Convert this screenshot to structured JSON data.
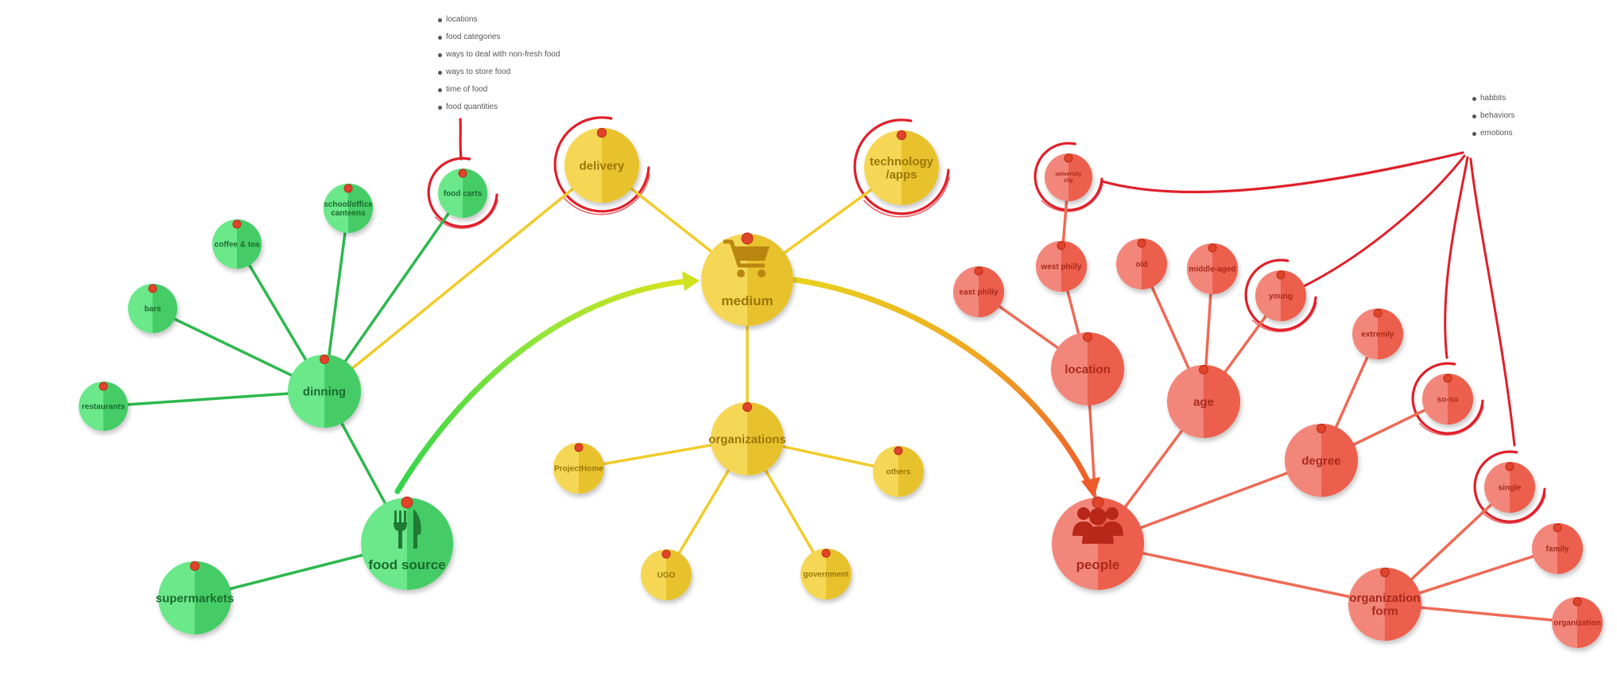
{
  "colors": {
    "green": {
      "light": "#6ae88a",
      "dark": "#45cc66",
      "text": "#1a6b2e",
      "line": "#2db84d"
    },
    "yellow": {
      "light": "#f5d755",
      "dark": "#e8c22d",
      "text": "#9a7708",
      "line": "#f2cb2a"
    },
    "red": {
      "light": "#f3867a",
      "dark": "#ec5f4c",
      "text": "#a8291b",
      "line": "#ef6a55"
    },
    "pin": "#e0442b",
    "scribble": "#e01f2a"
  },
  "notes_food": [
    "locations",
    "food categories",
    "ways to deal with non-fresh food",
    "ways to store food",
    "time of food",
    "food quantities"
  ],
  "notes_people": [
    "habbits",
    "behaviors",
    "emotions"
  ],
  "nodes": [
    {
      "id": "food_source",
      "label": "food source",
      "color": "green",
      "icon": "fork-knife-icon"
    },
    {
      "id": "supermarkets",
      "label": "supermarkets",
      "color": "green"
    },
    {
      "id": "dinning",
      "label": "dinning",
      "color": "green"
    },
    {
      "id": "restaurants",
      "label": "restaurants",
      "color": "green"
    },
    {
      "id": "bars",
      "label": "bars",
      "color": "green"
    },
    {
      "id": "coffee_tea",
      "label": "coffee & tea",
      "color": "green"
    },
    {
      "id": "canteens",
      "label": "school/office canteens",
      "color": "green"
    },
    {
      "id": "food_carts",
      "label": "food carts",
      "color": "green",
      "circled": true
    },
    {
      "id": "medium",
      "label": "medium",
      "color": "yellow",
      "icon": "shopping-cart-icon"
    },
    {
      "id": "delivery",
      "label": "delivery",
      "color": "yellow",
      "circled": true
    },
    {
      "id": "technology",
      "label": "technology /apps",
      "color": "yellow",
      "circled": true
    },
    {
      "id": "organizations",
      "label": "organizations",
      "color": "yellow"
    },
    {
      "id": "projecthome",
      "label": "ProjectHome",
      "color": "yellow"
    },
    {
      "id": "ugo",
      "label": "UGO",
      "color": "yellow"
    },
    {
      "id": "government",
      "label": "government",
      "color": "yellow"
    },
    {
      "id": "others",
      "label": "others",
      "color": "yellow"
    },
    {
      "id": "people",
      "label": "people",
      "color": "red",
      "icon": "people-group-icon"
    },
    {
      "id": "location",
      "label": "location",
      "color": "red"
    },
    {
      "id": "east_philly",
      "label": "east philly",
      "color": "red"
    },
    {
      "id": "west_philly",
      "label": "west philly",
      "color": "red"
    },
    {
      "id": "university_city",
      "label": "university city",
      "color": "red",
      "circled": true
    },
    {
      "id": "age",
      "label": "age",
      "color": "red"
    },
    {
      "id": "old",
      "label": "old",
      "color": "red"
    },
    {
      "id": "middle_aged",
      "label": "middle-aged",
      "color": "red"
    },
    {
      "id": "young",
      "label": "young",
      "color": "red",
      "circled": true
    },
    {
      "id": "degree",
      "label": "degree",
      "color": "red"
    },
    {
      "id": "extremly",
      "label": "extremly",
      "color": "red"
    },
    {
      "id": "so_so",
      "label": "so-so",
      "color": "red",
      "circled": true
    },
    {
      "id": "org_form",
      "label": "organization form",
      "color": "red"
    },
    {
      "id": "single",
      "label": "single",
      "color": "red",
      "circled": true
    },
    {
      "id": "family",
      "label": "family",
      "color": "red"
    },
    {
      "id": "organization",
      "label": "organization",
      "color": "red"
    }
  ],
  "edges": [
    [
      "food_source",
      "supermarkets"
    ],
    [
      "food_source",
      "dinning"
    ],
    [
      "dinning",
      "restaurants"
    ],
    [
      "dinning",
      "bars"
    ],
    [
      "dinning",
      "coffee_tea"
    ],
    [
      "dinning",
      "canteens"
    ],
    [
      "dinning",
      "food_carts"
    ],
    [
      "dinning",
      "delivery"
    ],
    [
      "medium",
      "delivery"
    ],
    [
      "medium",
      "technology"
    ],
    [
      "medium",
      "organizations"
    ],
    [
      "organizations",
      "projecthome"
    ],
    [
      "organizations",
      "ugo"
    ],
    [
      "organizations",
      "government"
    ],
    [
      "organizations",
      "others"
    ],
    [
      "people",
      "location"
    ],
    [
      "location",
      "east_philly"
    ],
    [
      "location",
      "west_philly"
    ],
    [
      "west_philly",
      "university_city"
    ],
    [
      "people",
      "age"
    ],
    [
      "age",
      "old"
    ],
    [
      "age",
      "middle_aged"
    ],
    [
      "age",
      "young"
    ],
    [
      "people",
      "degree"
    ],
    [
      "degree",
      "extremly"
    ],
    [
      "degree",
      "so_so"
    ],
    [
      "people",
      "org_form"
    ],
    [
      "org_form",
      "single"
    ],
    [
      "org_form",
      "family"
    ],
    [
      "org_form",
      "organization"
    ]
  ],
  "flow": [
    {
      "from": "food_source",
      "to": "medium"
    },
    {
      "from": "medium",
      "to": "people"
    }
  ]
}
